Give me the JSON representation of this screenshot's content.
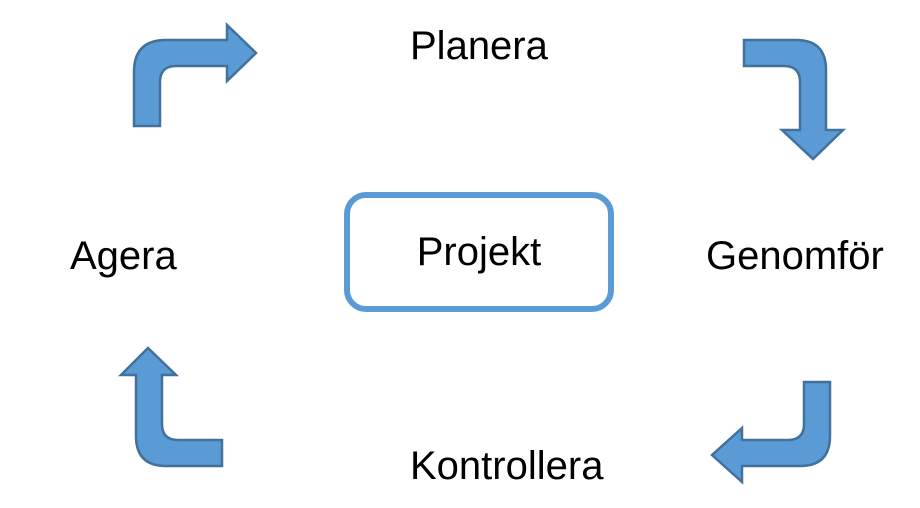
{
  "diagram": {
    "center_label": "Projekt",
    "stages": [
      {
        "key": "top",
        "label": "Planera"
      },
      {
        "key": "right",
        "label": "Genomför"
      },
      {
        "key": "bottom",
        "label": "Kontrollera"
      },
      {
        "key": "left",
        "label": "Agera"
      }
    ]
  },
  "colors": {
    "arrow_fill": "#5b9bd5",
    "arrow_stroke": "#41719c",
    "box_border": "#5b9bd5",
    "text": "#000000"
  },
  "icons": {
    "cycle_arrows": [
      "bent-arrow-right-icon",
      "bent-arrow-down-icon",
      "bent-arrow-left-icon",
      "bent-arrow-up-icon"
    ]
  }
}
